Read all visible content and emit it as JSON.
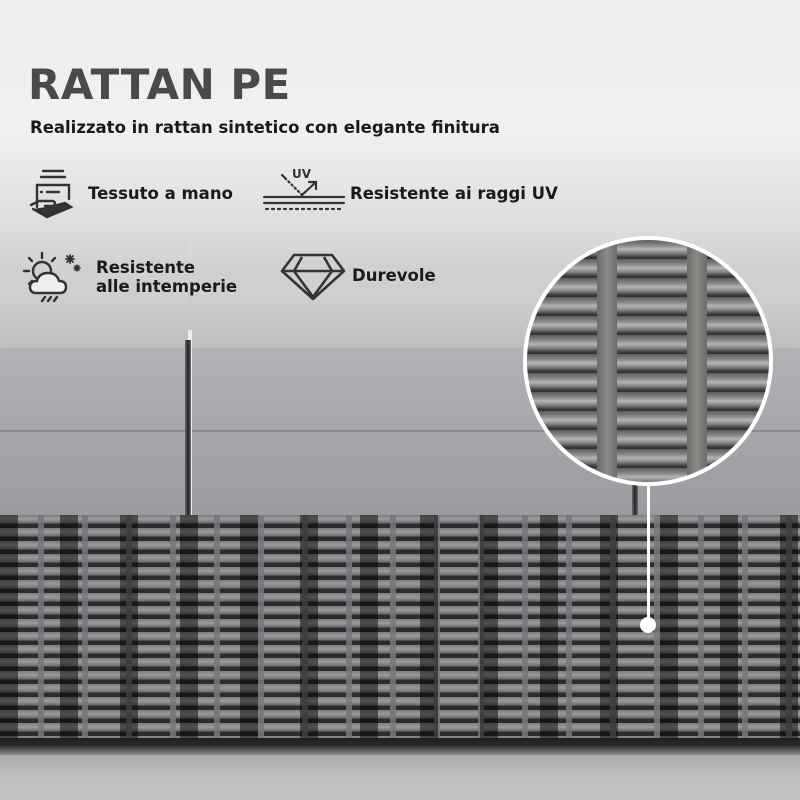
{
  "header": {
    "title": "RATTAN PE",
    "subtitle": "Realizzato in rattan sintetico con elegante finitura"
  },
  "features": [
    {
      "icon": "hand-fabric-icon",
      "label": "Tessuto a mano"
    },
    {
      "icon": "uv-protection-icon",
      "label": "Resistente ai raggi UV",
      "icon_text": "UV"
    },
    {
      "icon": "weather-icon",
      "label_lines": [
        "Resistente",
        "alle intemperie"
      ]
    },
    {
      "icon": "diamond-icon",
      "label": "Durevole"
    }
  ],
  "callout": {
    "type": "zoom-lens",
    "subject": "rattan-weave-detail"
  },
  "colors": {
    "title": "#4a4a4a",
    "text": "#1a1a1a",
    "background": "#efefef",
    "cushion": "#a5a5aa",
    "wicker": "#3a3a3c",
    "lens_border": "#ffffff"
  }
}
